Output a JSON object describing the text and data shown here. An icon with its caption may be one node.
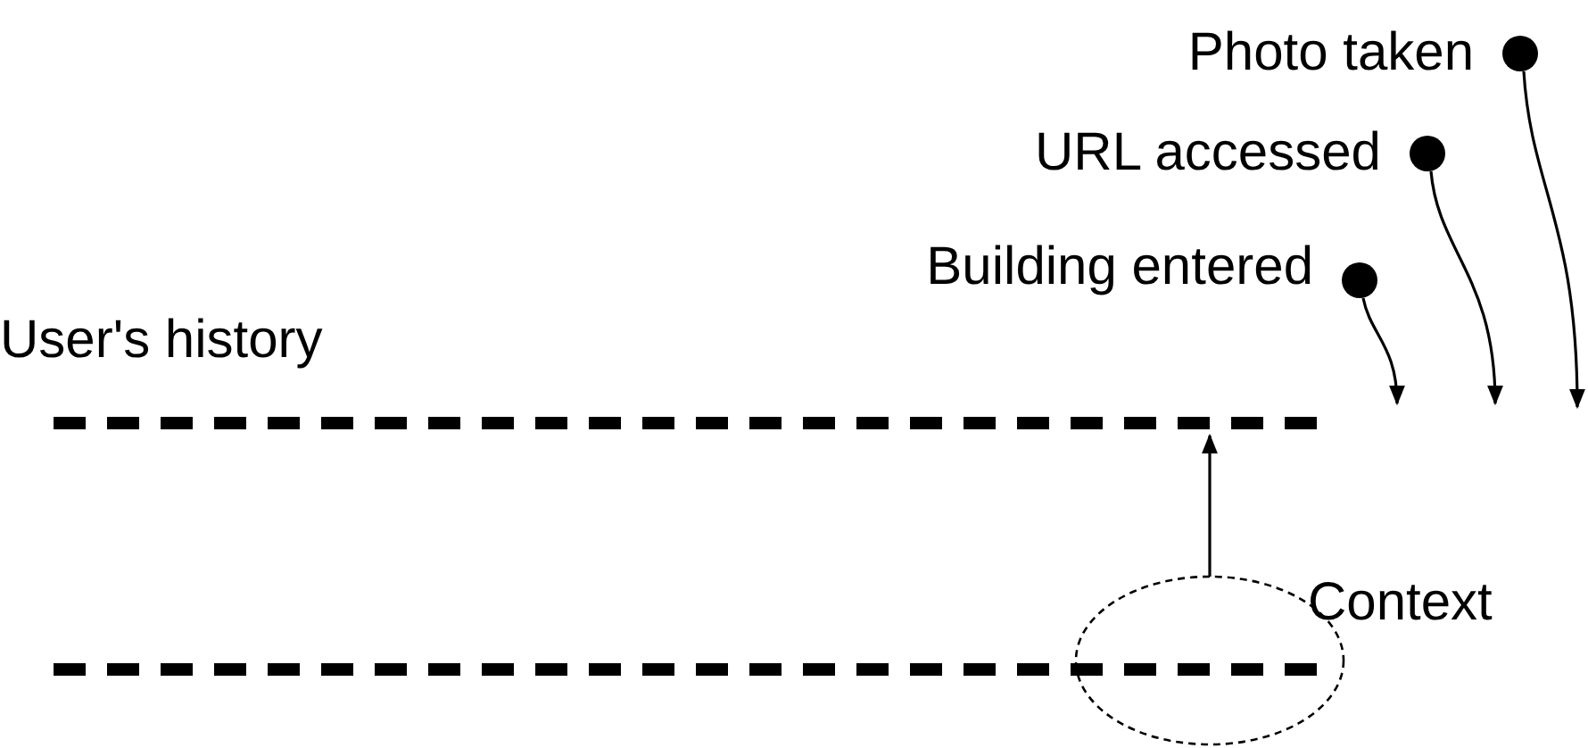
{
  "diagram": {
    "nodes": [
      {
        "text": [
          "Photo taken"
        ]
      },
      {
        "text": [
          "URL accessed"
        ]
      },
      {
        "text": [
          "Building entered"
        ]
      },
      {
        "text": [],
        "shape": "bar",
        "beside": [
          "User's history"
        ]
      },
      {
        "text": [],
        "shape": "bar"
      },
      {
        "text": [
          "Context"
        ]
      }
    ],
    "edges": [
      {
        "from": 0,
        "to": null,
        "arrow": "to"
      },
      {
        "from": 1,
        "to": null,
        "arrow": "to"
      },
      {
        "from": 2,
        "to": null,
        "arrow": "to"
      },
      {
        "from": 5,
        "to": 3,
        "arrow": "to"
      }
    ]
  }
}
